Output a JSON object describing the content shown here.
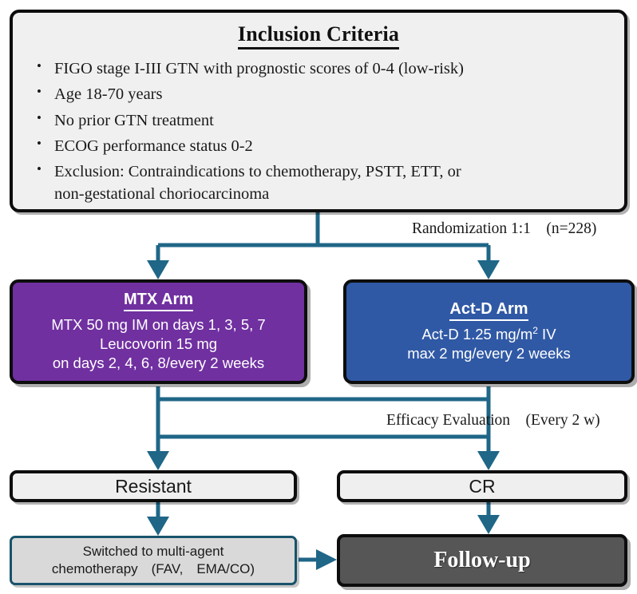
{
  "criteria": {
    "title": "Inclusion Criteria",
    "items": [
      "FIGO stage I-III GTN with prognostic scores of 0-4 (low-risk)",
      "Age 18-70 years",
      "No prior GTN treatment",
      "ECOG performance status 0-2"
    ],
    "exclusion_line1": "Exclusion: Contraindications to chemotherapy, PSTT, ETT, or",
    "exclusion_line2": "non-gestational choriocarcinoma"
  },
  "connectors": {
    "randomization": "Randomization 1:1 (n=228)",
    "efficacy": "Efficacy Evaluation (Every 2 w)"
  },
  "arms": {
    "mtx": {
      "title": "MTX Arm",
      "line1": "MTX 50 mg IM on days 1, 3, 5, 7",
      "line2": "Leucovorin 15 mg",
      "line3": "on days 2, 4, 6, 8/every 2 weeks"
    },
    "actd": {
      "title": "Act-D Arm",
      "line1_pre": "Act-D 1.25 mg/m",
      "line1_sup": "2",
      "line1_post": " IV",
      "line2": "max 2 mg/every 2 weeks"
    }
  },
  "outcomes": {
    "resistant": "Resistant",
    "cr": "CR",
    "switch_line1": "Switched to multi-agent",
    "switch_line2": "chemotherapy (FAV, EMA/CO)",
    "followup": "Follow-up"
  },
  "colors": {
    "mtx_arm": "#7030A0",
    "actd_arm": "#3059A5",
    "connector": "#1F6687",
    "followup_box": "#565656",
    "panel_fill": "#F0F0F0",
    "border": "#0D0D0D"
  }
}
